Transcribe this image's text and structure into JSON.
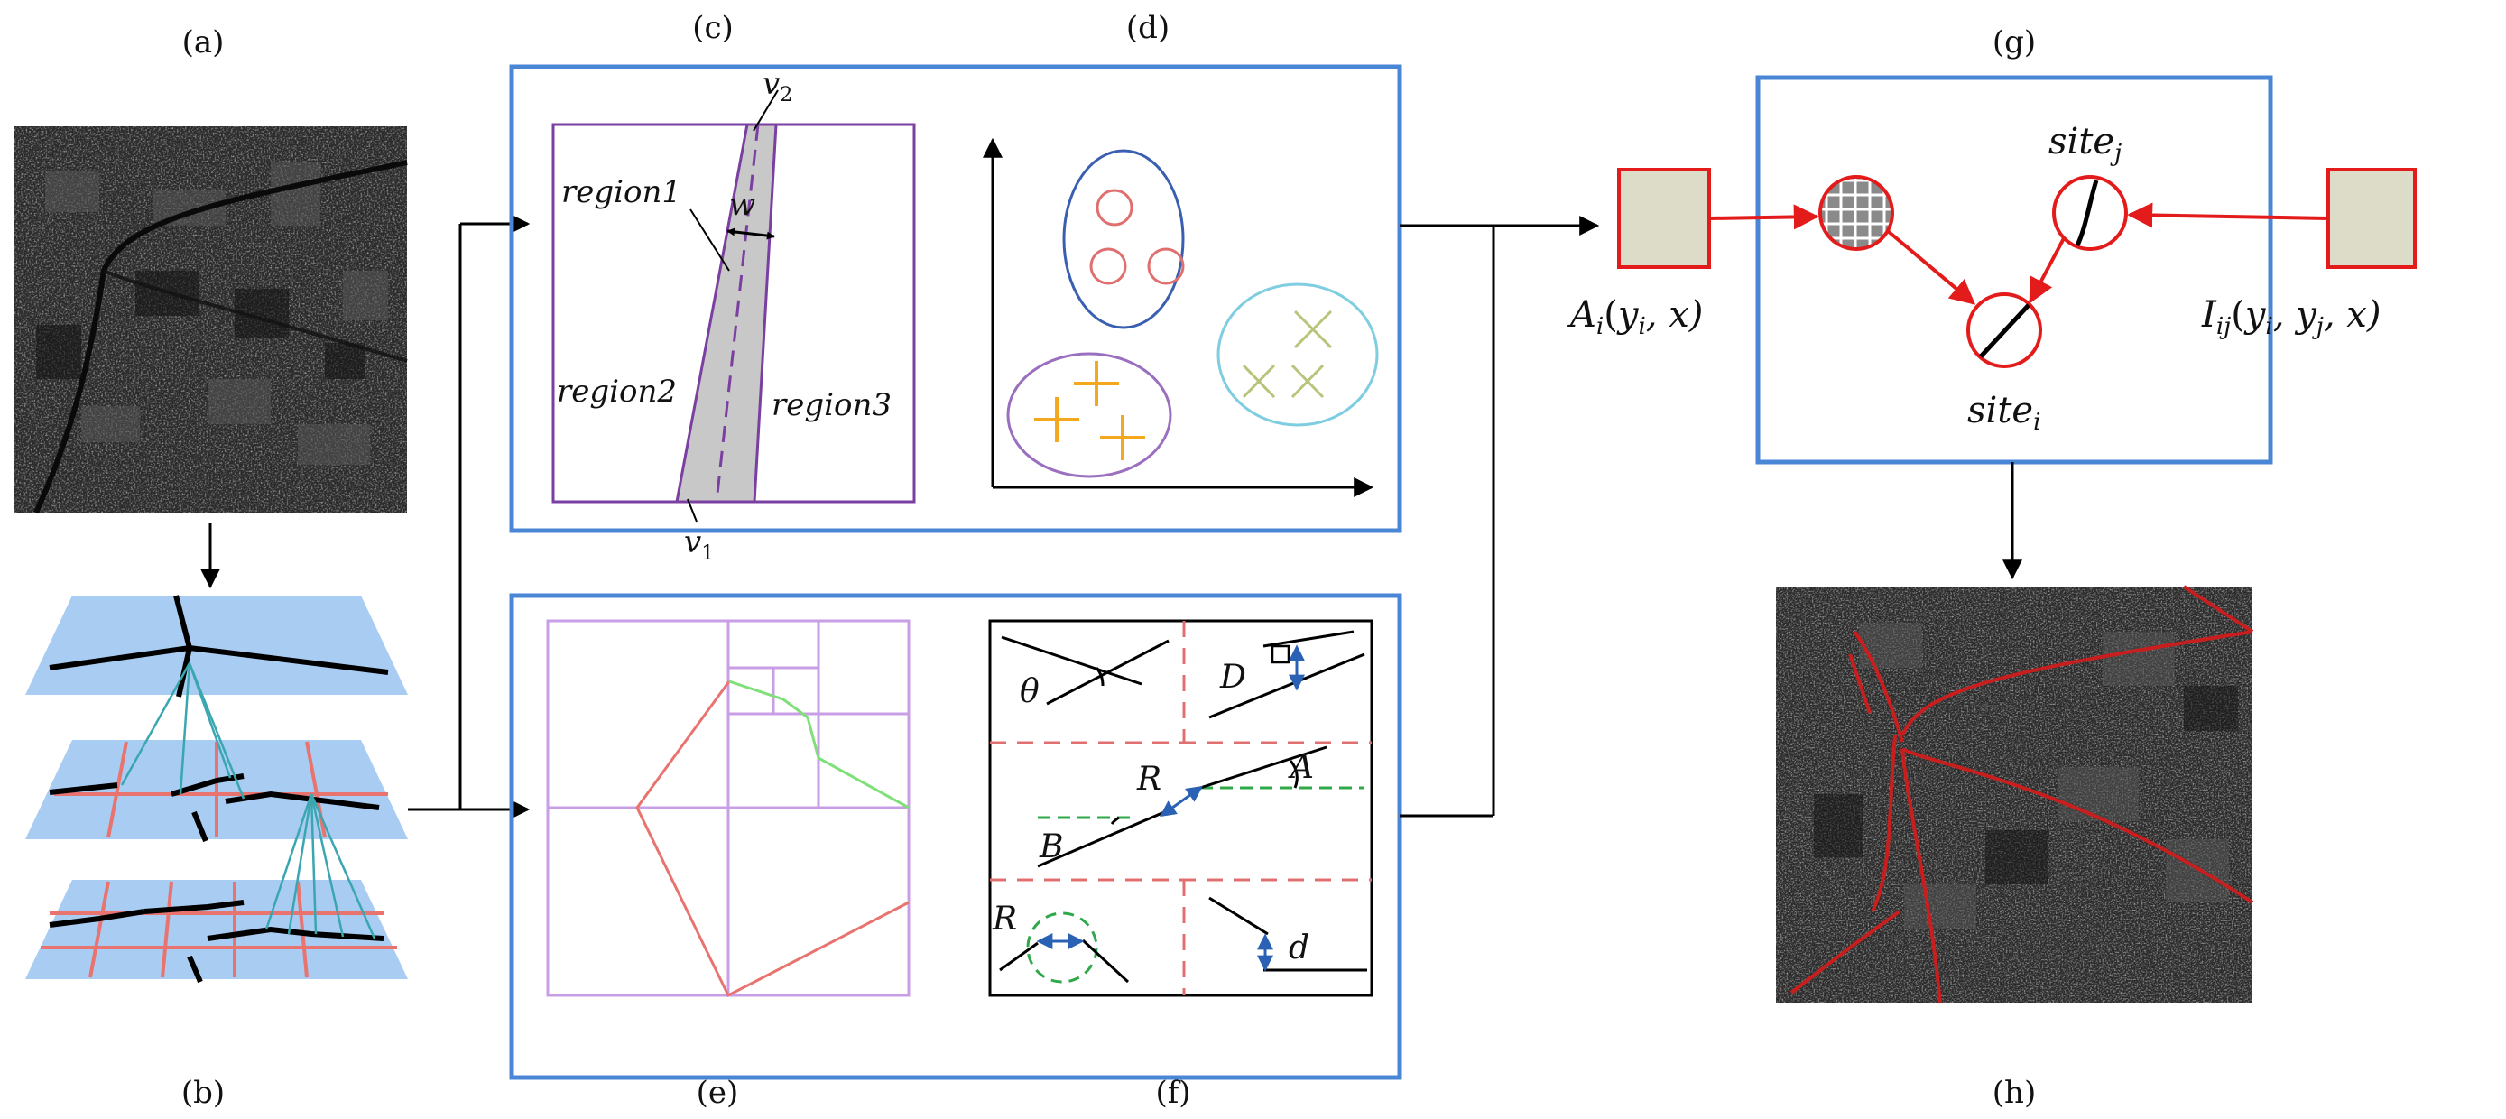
{
  "panel_labels": {
    "a": "(a)",
    "b": "(b)",
    "c": "(c)",
    "d": "(d)",
    "e": "(e)",
    "f": "(f)",
    "g": "(g)",
    "h": "(h)"
  },
  "region_panel": {
    "region1": "region1",
    "region2": "region2",
    "region3": "region3",
    "width": "w",
    "v1_base": "v",
    "v1_sub": "1",
    "v2_base": "v",
    "v2_sub": "2"
  },
  "feature_panel": {
    "theta": "θ",
    "D": "D",
    "A": "A",
    "R_upper": "R",
    "B": "B",
    "R_lower": "R",
    "d": "d"
  },
  "crf_panel": {
    "site_j_base": "site",
    "site_j_sub": "j",
    "site_i_base": "site",
    "site_i_sub": "i",
    "A_base": "A",
    "A_sub": "i",
    "A_args_open": "(",
    "A_y": "y",
    "A_y_sub": "i",
    "A_rest": ", x)",
    "I_base": "I",
    "I_sub": "ij",
    "I_args_open": "(",
    "I_y1": "y",
    "I_y1_sub": "i",
    "I_sep": ", ",
    "I_y2": "y",
    "I_y2_sub": "j",
    "I_rest": ", x)"
  },
  "colors": {
    "frame_blue": "#4a86d6",
    "region_purple": "#7a3fa0",
    "grid_violet": "#c89ee6",
    "road_red": "#e8736f",
    "road_green": "#7fe07a",
    "factor_red": "#e31b1b",
    "factor_fill": "#dcdcc8",
    "plane_blue": "#a9ccf2",
    "tree_teal": "#3aa6b0",
    "dash_red": "#e07070",
    "dash_green": "#2ea84a",
    "arrow_blue": "#2b61b5",
    "cluster_red": "#e07070",
    "cluster_orange": "#f4a820",
    "cluster_olive": "#b9c47a",
    "ellipse_blue": "#3a5fb0",
    "ellipse_purple": "#9a6fc0",
    "ellipse_cyan": "#7fcde0"
  }
}
